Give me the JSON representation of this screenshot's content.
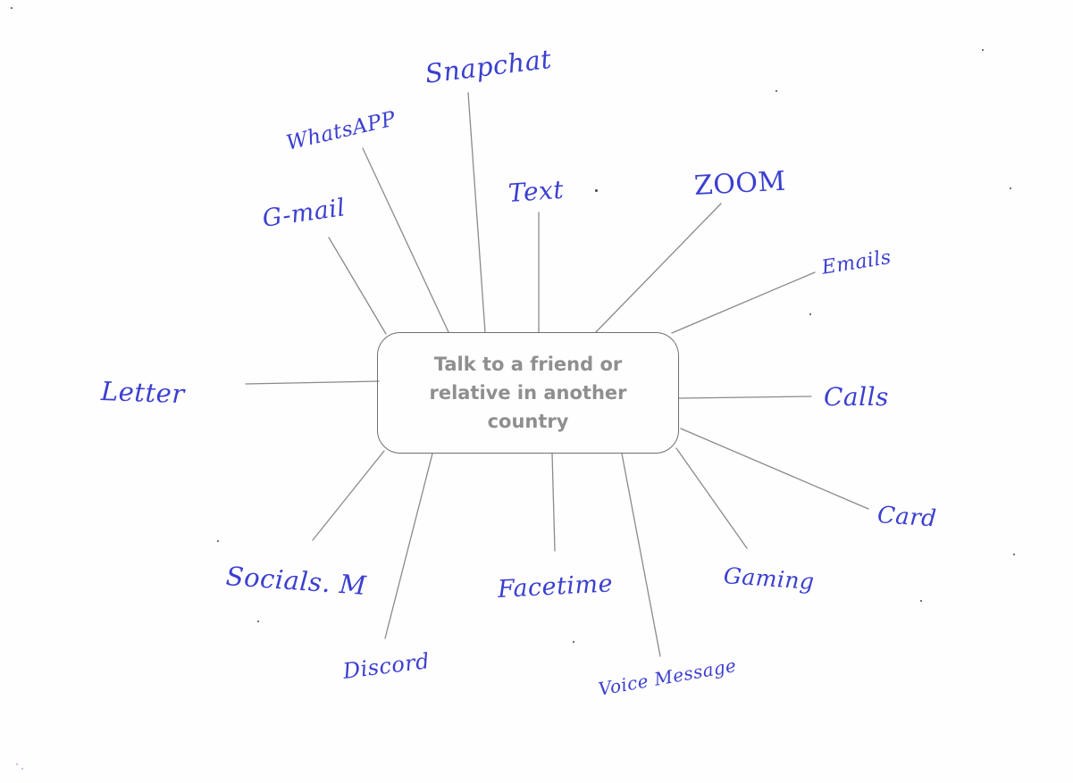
{
  "diagram": {
    "center": {
      "label": "Talk to a friend or relative in another country"
    },
    "nodes": [
      {
        "id": "snapchat",
        "label": "Snapchat"
      },
      {
        "id": "whatsapp",
        "label": "WhatsAPP"
      },
      {
        "id": "gmail",
        "label": "G-mail"
      },
      {
        "id": "text",
        "label": "Text"
      },
      {
        "id": "zoom",
        "label": "ZOOM"
      },
      {
        "id": "emails",
        "label": "Emails"
      },
      {
        "id": "calls",
        "label": "Calls"
      },
      {
        "id": "card",
        "label": "Card"
      },
      {
        "id": "gaming",
        "label": "Gaming"
      },
      {
        "id": "voice",
        "label": "Voice Message"
      },
      {
        "id": "facetime",
        "label": "Facetime"
      },
      {
        "id": "discord",
        "label": "Discord"
      },
      {
        "id": "socials",
        "label": "Socials. M"
      },
      {
        "id": "letter",
        "label": "Letter"
      }
    ],
    "colors": {
      "handwriting": "#3b3fd0",
      "pencil_line": "#8a8a8a",
      "box_border": "#6f6f6f",
      "center_text": "#8f8f8f"
    }
  }
}
